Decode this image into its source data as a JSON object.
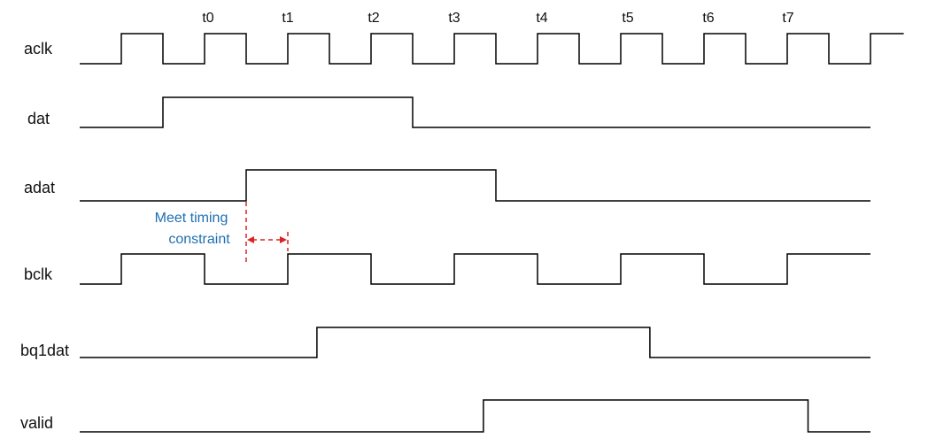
{
  "time_labels": [
    "t0",
    "t1",
    "t2",
    "t3",
    "t4",
    "t5",
    "t6",
    "t7"
  ],
  "signals": [
    {
      "name": "aclk",
      "kind": "clock",
      "period": 2,
      "start_high": 1,
      "end": 19.8
    },
    {
      "name": "dat",
      "kind": "pulse",
      "rise": 2.0,
      "fall": 8.0,
      "end": 19.0
    },
    {
      "name": "adat",
      "kind": "pulse",
      "rise": 4.0,
      "fall": 10.0,
      "end": 19.0
    },
    {
      "name": "bclk",
      "kind": "clock",
      "period": 4,
      "start_high": 1,
      "end": 19.0
    },
    {
      "name": "bq1dat",
      "kind": "pulse",
      "rise": 5.7,
      "fall": 13.7,
      "end": 19.0
    },
    {
      "name": "valid",
      "kind": "pulse",
      "rise": 9.7,
      "fall": 17.5,
      "end": 19.0
    }
  ],
  "annotation": {
    "lines": [
      "Meet timing",
      "constraint"
    ],
    "from": 4.0,
    "to": 5.0,
    "color": "#e02020",
    "text_color": "#1f6fb2"
  }
}
